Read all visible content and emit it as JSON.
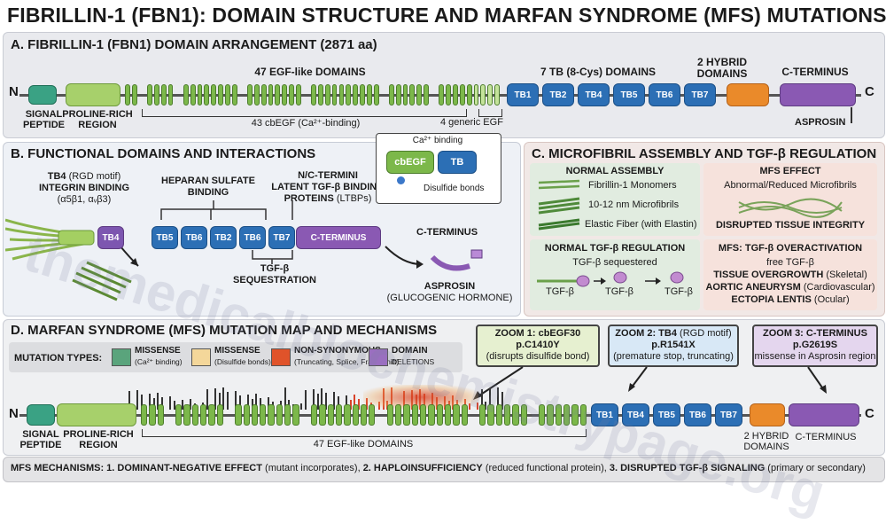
{
  "title": "FIBRILLIN-1 (FBN1): DOMAIN STRUCTURE AND MARFAN SYNDROME (MFS) MUTATIONS",
  "panelA": {
    "title": "A. FIBRILLIN-1 (FBN1) DOMAIN ARRANGEMENT (2871 aa)",
    "n_label": "N",
    "c_label": "C",
    "egf_header": "47 EGF-like DOMAINS",
    "tb_header": "7 TB (8-Cys) DOMAINS",
    "hybrid_header_1": "2 HYBRID",
    "hybrid_header_2": "DOMAINS",
    "cterm_header": "C-TERMINUS",
    "tb_labels": [
      "TB1",
      "TB2",
      "TB4",
      "TB5",
      "TB6",
      "TB7"
    ],
    "signal_1": "SIGNAL",
    "signal_2": "PEPTIDE",
    "proline_1": "PROLINE-RICH",
    "proline_2": "REGION",
    "cbegf_note": "43 cbEGF (Ca²⁺-binding)",
    "generic_note": "4 generic EGF",
    "asprosin": "ASPROSIN"
  },
  "panelB": {
    "title": "B. FUNCTIONAL DOMAINS AND INTERACTIONS",
    "tb4_title_bold": "TB4",
    "tb4_title_rest": " (RGD motif)",
    "integrin_1": "INTEGRIN BINDING",
    "integrin_2": "(α5β1, αᵥβ3)",
    "heparan_1": "HEPARAN SULFATE",
    "heparan_2": "BINDING",
    "nc_1": "N/C-TERMINI",
    "nc_2": "LATENT TGF-β BINDING",
    "nc_3_bold": "PROTEINS",
    "nc_3_rest": " (LTBPs)",
    "domains": [
      "TB4",
      "TB5",
      "TB6",
      "TB2",
      "TB6",
      "TB7"
    ],
    "cterm": "C-TERMINUS",
    "cterm_free": "C-TERMINUS",
    "tgf_seq_1": "TGF-β",
    "tgf_seq_2": "SEQUESTRATION",
    "asprosin_1": "ASPROSIN",
    "asprosin_2": "(GLUCOGENIC HORMONE)",
    "inset_ca": "Ca²⁺ binding",
    "inset_cbegf": "cbEGF",
    "inset_tb": "TB",
    "inset_disulfide": "Disulfide bonds"
  },
  "panelC": {
    "title": "C. MICROFIBRIL ASSEMBLY AND TGF-β REGULATION",
    "normal_assembly": "NORMAL ASSEMBLY",
    "monomers": "Fibrillin-1 Monomers",
    "microfibrils": "10-12 nm Microfibrils",
    "elastic": "Elastic Fiber (with Elastin)",
    "mfs_effect": "MFS EFFECT",
    "abnormal": "Abnormal/Reduced Microfibrils",
    "disrupted": "DISRUPTED TISSUE INTEGRITY",
    "normal_tgf": "NORMAL TGF-β REGULATION",
    "sequestered": "TGF-β sequestered",
    "tgf_a": "TGF-β",
    "tgf_b": "TGF-β",
    "tgf_c": "TGF-β",
    "mfs_over": "MFS: TGF-β OVERACTIVATION",
    "free": "free TGF-β",
    "overgrowth_b": "TISSUE OVERGROWTH",
    "overgrowth_r": " (Skeletal)",
    "aortic_b": "AORTIC ANEURYSM",
    "aortic_r": " (Cardiovascular)",
    "ectopia_b": "ECTOPIA LENTIS",
    "ectopia_r": " (Ocular)"
  },
  "panelD": {
    "title": "D. MARFAN SYNDROME (MFS) MUTATION MAP AND MECHANISMS",
    "types_label": "MUTATION TYPES:",
    "legend": [
      {
        "head": "MISSENSE",
        "sub": "(Ca²⁺ binding)",
        "color": "#5aa47c"
      },
      {
        "head": "MISSENSE",
        "sub": "(Disulfide bonds)",
        "color": "#f4d79a"
      },
      {
        "head": "NON-SYNONYMOUS",
        "sub": "(Truncating, Splice, Frameshift)",
        "color": "#e0532a"
      },
      {
        "head": "DOMAIN",
        "sub": "DELETIONS",
        "color": "#9a6fc0"
      }
    ],
    "zoom1": {
      "title": "ZOOM 1: cbEGF30",
      "line2": "p.C1410Y",
      "line3": "(disrupts disulfide bond)",
      "bg": "#e6f0d0"
    },
    "zoom2": {
      "title_b": "ZOOM 2: TB4",
      "title_r": " (RGD motif)",
      "line2": "p.R1541X",
      "line3": "(premature stop, truncating)",
      "bg": "#d8e8f6"
    },
    "zoom3": {
      "title": "ZOOM 3: C-TERMINUS",
      "line2": "p.G2619S",
      "line3": "missense in Asprosin region",
      "bg": "#e4d6ee"
    },
    "n_label": "N",
    "c_label": "C",
    "signal_1": "SIGNAL",
    "signal_2": "PEPTIDE",
    "proline_1": "PROLINE-RICH",
    "proline_2": "REGION",
    "egf_label": "47 EGF-like DOMAINS",
    "tb_labels": [
      "TB1",
      "TB4",
      "TB5",
      "TB6",
      "TB7"
    ],
    "hybrid_1": "2 HYBRID",
    "hybrid_2": "DOMAINS",
    "cterm": "C-TERMINUS"
  },
  "footer": {
    "p1_b": "MFS MECHANISMS: 1. DOMINANT-NEGATIVE EFFECT",
    "p1_r": " (mutant incorporates), ",
    "p2_b": "2. HAPLOINSUFFICIENCY",
    "p2_r": " (reduced functional protein), ",
    "p3_b": "3. DISRUPTED TGF-β SIGNALING",
    "p3_r": " (primary or secondary)"
  },
  "watermark": "themedicalbiochemistrypage.org",
  "colors": {
    "egf": "#7cb84a",
    "tb": "#2c6fb5",
    "hybrid": "#ea8a2a",
    "cterm": "#8a59b3",
    "proline": "#a7d06b",
    "signal": "#3aa284"
  }
}
